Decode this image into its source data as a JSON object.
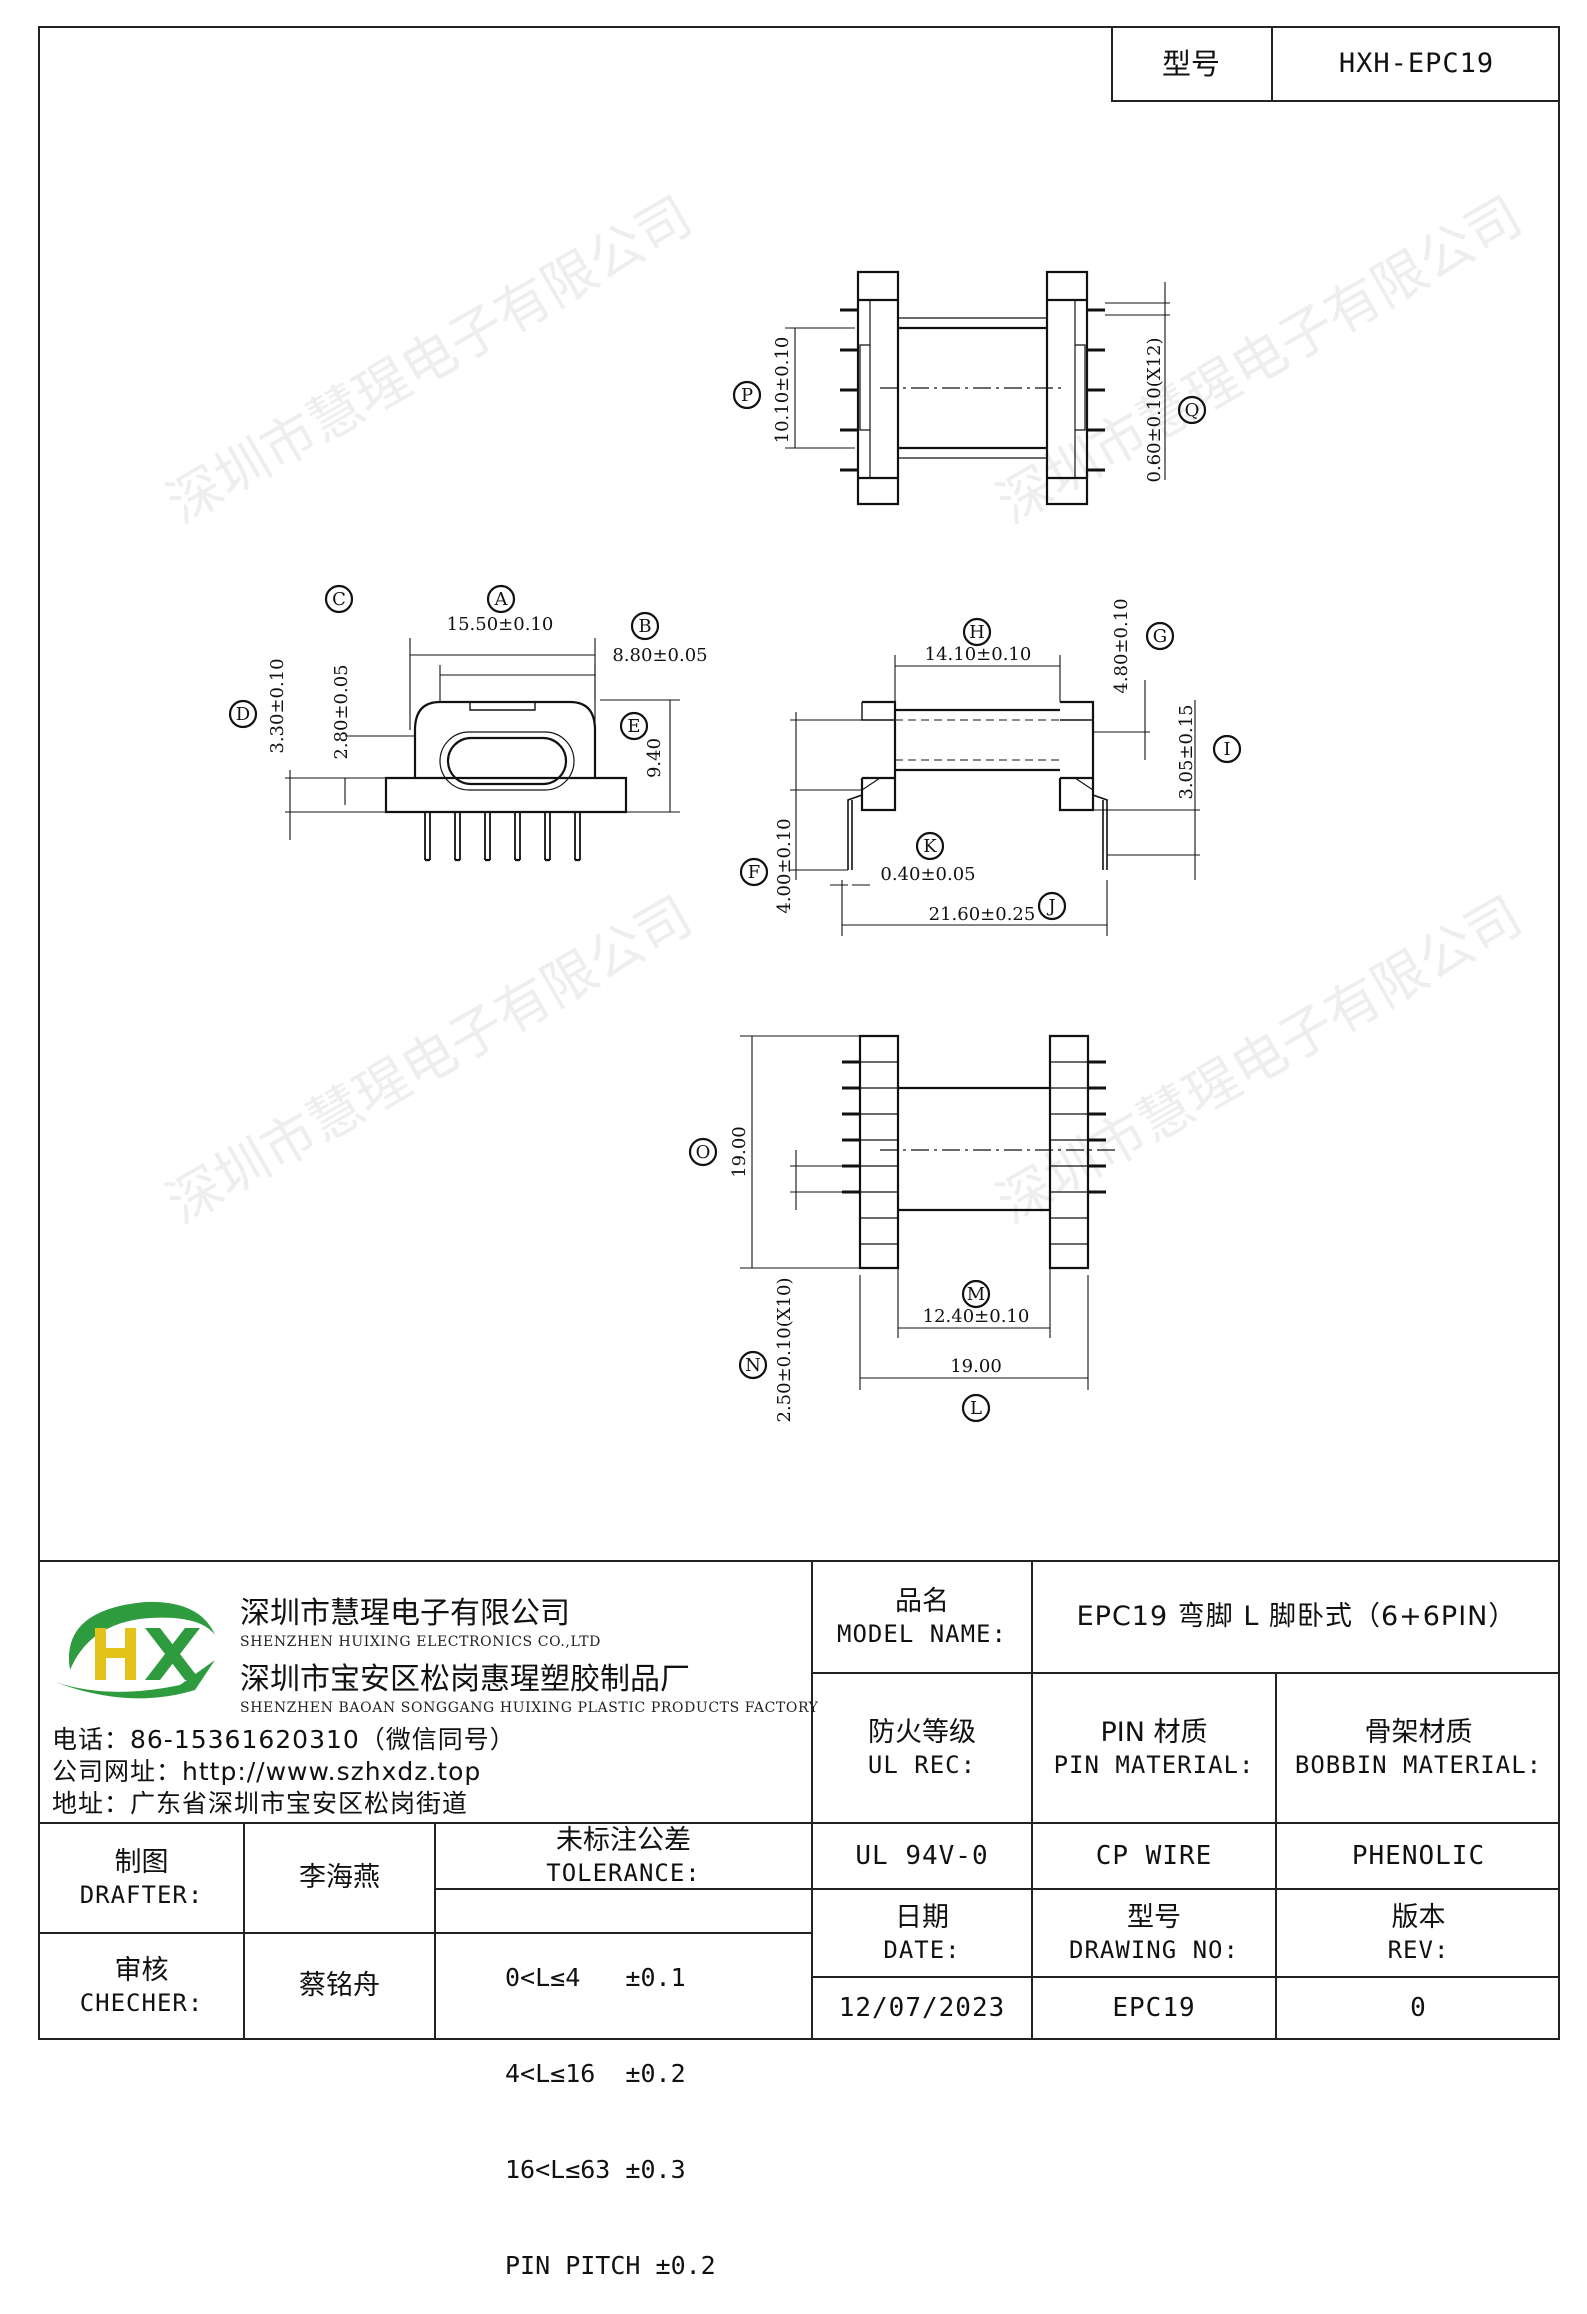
{
  "header": {
    "model_label": "型号",
    "model_value": "HXH-EPC19"
  },
  "watermark": "深圳市慧瑆电子有限公司",
  "dimensions": {
    "A": {
      "letter": "A",
      "text": "15.50±0.10"
    },
    "B": {
      "letter": "B",
      "text": "8.80±0.05"
    },
    "C": {
      "letter": "C",
      "text": "2.80±0.05"
    },
    "D": {
      "letter": "D",
      "text": "3.30±0.10"
    },
    "E": {
      "letter": "E",
      "text": "9.40"
    },
    "F": {
      "letter": "F",
      "text": "4.00±0.10"
    },
    "G": {
      "letter": "G",
      "text": "4.80±0.10"
    },
    "H": {
      "letter": "H",
      "text": "14.10±0.10"
    },
    "I": {
      "letter": "I",
      "text": "3.05±0.15"
    },
    "J": {
      "letter": "J",
      "text": "21.60±0.25"
    },
    "K": {
      "letter": "K",
      "text": "0.40±0.05"
    },
    "L": {
      "letter": "L",
      "text": "19.00"
    },
    "M": {
      "letter": "M",
      "text": "12.40±0.10"
    },
    "N": {
      "letter": "N",
      "text": "2.50±0.10(X10)"
    },
    "O": {
      "letter": "O",
      "text": "19.00"
    },
    "P": {
      "letter": "P",
      "text": "10.10±0.10"
    },
    "Q": {
      "letter": "Q",
      "text": "0.60±0.10(X12)"
    }
  },
  "company": {
    "name_cn": "深圳市慧瑆电子有限公司",
    "name_en": "SHENZHEN HUIXING ELECTRONICS CO.,LTD",
    "factory_cn": "深圳市宝安区松岗惠瑆塑胶制品厂",
    "factory_en": "SHENZHEN BAOAN SONGGANG HUIXING PLASTIC PRODUCTS FACTORY",
    "phone": "电话：86-15361620310（微信同号）",
    "website": "公司网址：http://www.szhxdz.top",
    "address": "地址：广东省深圳市宝安区松岗街道",
    "logo_text": "HX",
    "logo_colors": {
      "green": "#2e9b3e",
      "yellow": "#e3c21a"
    }
  },
  "titleblock": {
    "model_name_cn": "品名",
    "model_name_en": "MODEL NAME:",
    "model_name_value": "EPC19 弯脚 L 脚卧式（6+6PIN）",
    "ul_rec_cn": "防火等级",
    "ul_rec_en": "UL REC:",
    "pin_material_cn": "PIN 材质",
    "pin_material_en": "PIN MATERIAL:",
    "bobbin_material_cn": "骨架材质",
    "bobbin_material_en": "BOBBIN MATERIAL:",
    "ul_rec_value": "UL 94V-0",
    "pin_material_value": "CP WIRE",
    "bobbin_material_value": "PHENOLIC",
    "drafter_cn": "制图",
    "drafter_en": "DRAFTER:",
    "drafter_name": "李海燕",
    "checker_cn": "审核",
    "checker_en": "CHECHER:",
    "checker_name": "蔡铭舟",
    "tolerance_cn": "未标注公差",
    "tolerance_en": "TOLERANCE:",
    "tolerance_lines": [
      "0<L≤4   ±0.1",
      "4<L≤16  ±0.2",
      "16<L≤63 ±0.3",
      "PIN PITCH ±0.2"
    ],
    "date_cn": "日期",
    "date_en": "DATE:",
    "date_value": "12/07/2023",
    "drawing_no_cn": "型号",
    "drawing_no_en": "DRAWING NO:",
    "drawing_no_value": "EPC19",
    "rev_cn": "版本",
    "rev_en": "REV:",
    "rev_value": "0"
  }
}
